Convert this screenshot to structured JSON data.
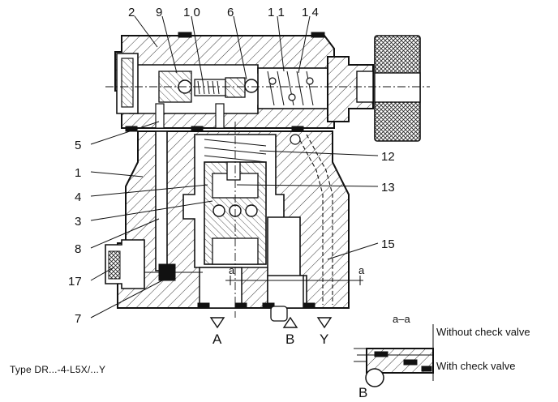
{
  "callouts": {
    "c2": "2",
    "c9": "9",
    "c10": "1 0",
    "c6": "6",
    "c11": "1 1",
    "c14": "1 4",
    "c5": "5",
    "c1": "1",
    "c4": "4",
    "c3": "3",
    "c8": "8",
    "c17": "17",
    "c7": "7",
    "c12": "12",
    "c13": "13",
    "c15": "15"
  },
  "ports": {
    "a": "A",
    "b": "B",
    "y": "Y",
    "b_detail": "B"
  },
  "section": {
    "a_left": "a",
    "a_right": "a",
    "title": "a–a"
  },
  "detail": {
    "without_check": "Without check valve",
    "with_check": "With check valve"
  },
  "type_label": "Type DR...-4-L5X/...Y",
  "colors": {
    "line": "#111111",
    "background": "#ffffff"
  }
}
